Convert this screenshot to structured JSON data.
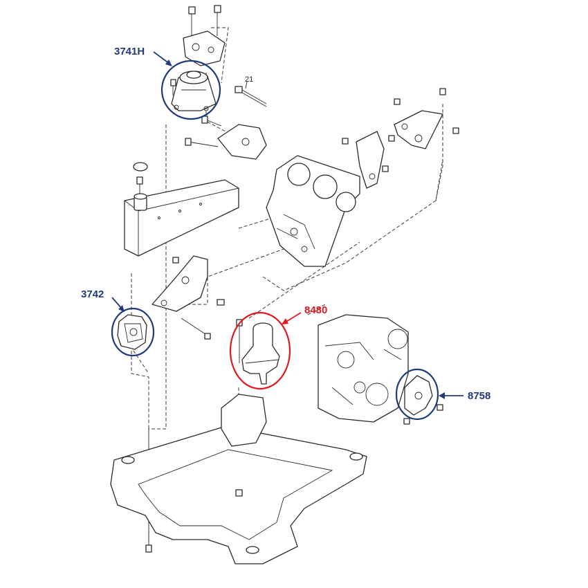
{
  "colors": {
    "callout_blue": "#1f3a7a",
    "callout_red": "#e0191f",
    "line_art": "#2b2b2b"
  },
  "callouts": {
    "c3741h": "3741H",
    "c3742": "3742",
    "c8480": "8480",
    "c8758": "8758",
    "c21": "21"
  }
}
